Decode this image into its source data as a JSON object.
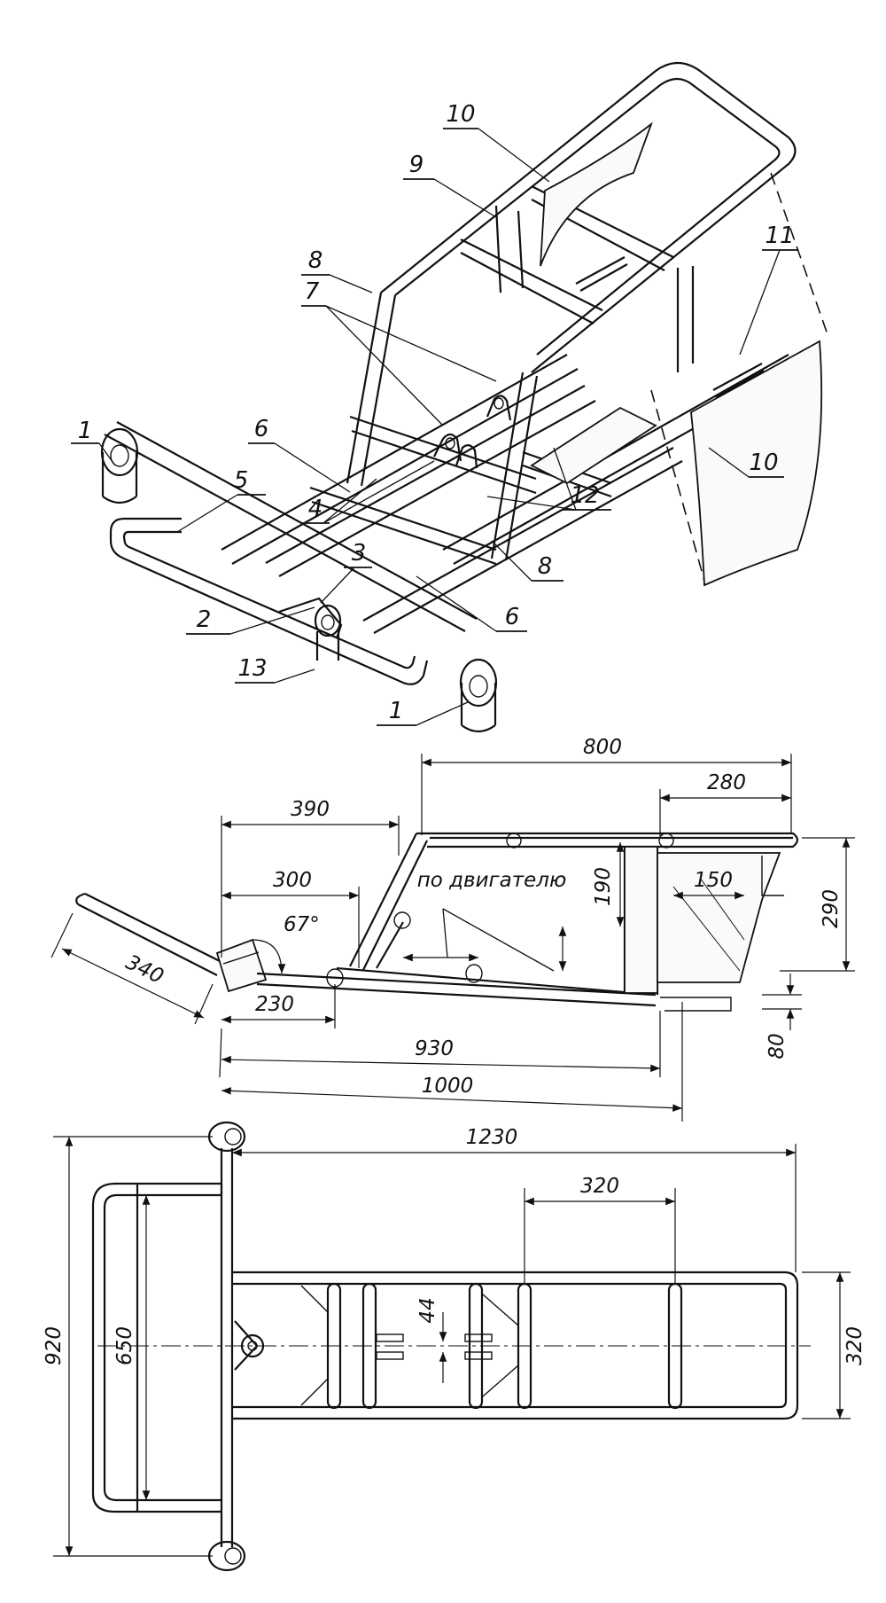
{
  "callouts": {
    "c1a": "1",
    "c1b": "1",
    "c2": "2",
    "c3": "3",
    "c4": "4",
    "c5": "5",
    "c6a": "6",
    "c6b": "6",
    "c7": "7",
    "c8a": "8",
    "c8b": "8",
    "c9": "9",
    "c10a": "10",
    "c10b": "10",
    "c11": "11",
    "c12": "12",
    "c13": "13"
  },
  "side_view": {
    "d800": "800",
    "d280": "280",
    "d390": "390",
    "d300": "300",
    "d190": "190",
    "d150": "150",
    "d290": "290",
    "d67": "67°",
    "d340": "340",
    "d230": "230",
    "d930": "930",
    "d1000": "1000",
    "d80": "80",
    "note": "по двигателю"
  },
  "plan_view": {
    "d1230": "1230",
    "d320top": "320",
    "d920": "920",
    "d650": "650",
    "d44": "44",
    "d320right": "320"
  }
}
